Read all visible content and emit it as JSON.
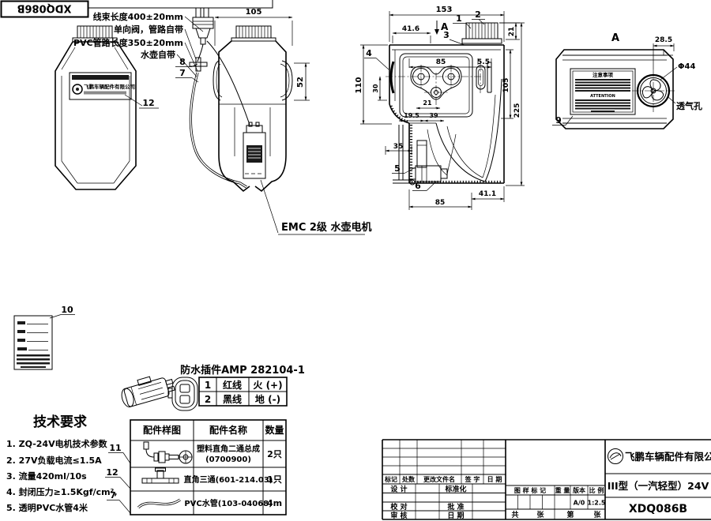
{
  "stamp": "XDQ086B",
  "views": {
    "front": {
      "c12": "12",
      "label_company": "飞鹏车辆配件有限公司"
    },
    "side": {
      "ann_harness": "线束长度400±20mm",
      "ann_valve": "单向阀，管路自带",
      "ann_pvc": "PVC管路长度350±20mm",
      "ann_kettle": "水壶自带",
      "c8": "8",
      "c7": "7",
      "dim_width": "105",
      "dim_pocket": "52",
      "emc": "EMC 2级 水壶电机"
    },
    "section": {
      "dim_153": "153",
      "dim_41_6": "41.6",
      "dim_21_top": "21",
      "dim_110": "110",
      "dim_30": "30",
      "dim_85": "85",
      "dim_5_5": "5.5",
      "dim_105": "105",
      "dim_225": "225",
      "dim_21_low": "21",
      "dim_19_5": "19.5",
      "dim_39": "39",
      "dim_35": "35",
      "dim_85_bottom": "85",
      "dim_41_1": "41.1",
      "c1": "1",
      "c2": "2",
      "c3": "3",
      "c4": "4",
      "c5": "5",
      "c6": "6",
      "section_label": "A"
    },
    "viewA": {
      "title": "A",
      "dim_28_5": "28.5",
      "dim_d44": "Φ44",
      "vent_label": "透气孔",
      "c9": "9",
      "warn_title": "注意事项",
      "warn_en": "ATTENTION"
    },
    "nameplate": {
      "c10": "10"
    }
  },
  "tech": {
    "title": "技术要求",
    "items": [
      "1. ZQ-24V电机技术参数",
      "2. 27V负载电流≤1.5A",
      "3. 流量420ml/10s",
      "4. 封闭压力≥1.5Kgf/cm²,",
      "5. 透明PVC水管4米"
    ]
  },
  "connector": {
    "title": "防水插件AMP 282104-1",
    "rows": [
      {
        "no": "1",
        "wire": "红线",
        "pol": "火 (+)"
      },
      {
        "no": "2",
        "wire": "黑线",
        "pol": "地 (-)"
      }
    ]
  },
  "parts": {
    "h_img": "配件样图",
    "h_name": "配件名称",
    "h_qty": "数量",
    "rows": [
      {
        "callout": "11",
        "name": "塑料直角二通总成",
        "name2": "(0700900)",
        "qty": "2只"
      },
      {
        "callout": "12",
        "name": "直角三通(601-214.03)",
        "name2": "",
        "qty": "1只"
      },
      {
        "callout": "7",
        "name": "PVC水管(103-04068)",
        "name2": "",
        "qty": "4m"
      }
    ]
  },
  "titleblock": {
    "company": "飞鹏车辆配件有限公司",
    "model": "III型（一汽轻型）24V",
    "drawing_no": "XDQ086B",
    "rev": [
      "标记",
      "处数",
      "更改文件名",
      "签 字",
      "日 期"
    ],
    "design": "设 计",
    "standardize": "标准化",
    "check": "校 对",
    "approve": "批 准",
    "review": "审 核",
    "date": "日 期",
    "mark": "图 样 标 记",
    "weight": "重 量",
    "version": "版本",
    "scale": "比 例",
    "version_val": "A/0",
    "scale_val": "1:2.5",
    "total": "共",
    "sheet": "张",
    "no_label": "第",
    "sheet2": "张"
  },
  "colors": {
    "ink": "#000000",
    "paper": "#ffffff"
  }
}
